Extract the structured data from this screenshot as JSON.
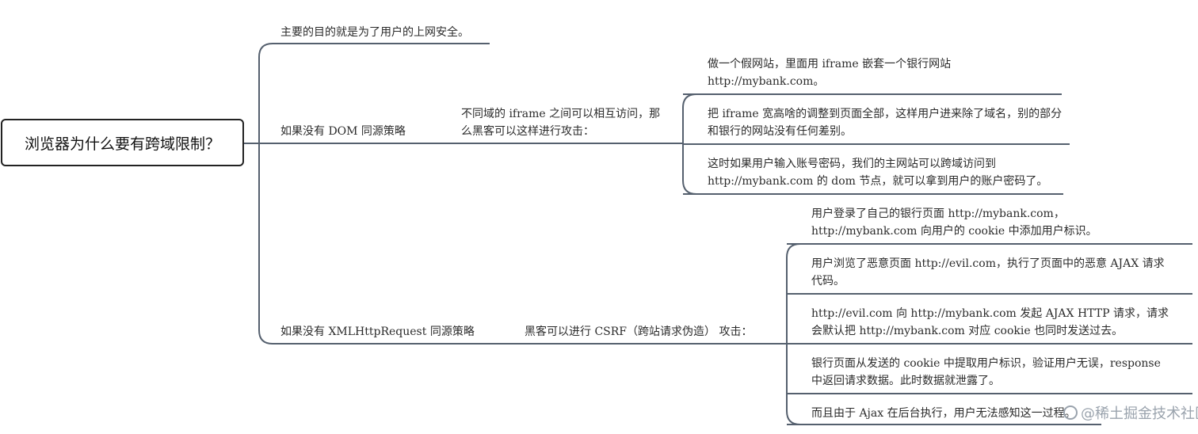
{
  "root": {
    "title": "浏览器为什么要有跨域限制？"
  },
  "branches": {
    "b1": {
      "label": "主要的目的就是为了用户的上网安全。"
    },
    "b2": {
      "label": "如果没有 DOM 同源策略",
      "sub": "不同域的 iframe 之间可以相互访问，那么黑客可以这样进行攻击：",
      "leaves": [
        "做一个假网站，里面用 iframe 嵌套一个银行网站 http://mybank.com。",
        "把 iframe 宽高啥的调整到页面全部，这样用户进来除了域名，别的部分和银行的网站没有任何差别。",
        "这时如果用户输入账号密码，我们的主网站可以跨域访问到 http://mybank.com 的 dom 节点，就可以拿到用户的账户密码了。"
      ]
    },
    "b3": {
      "label": "如果没有 XMLHttpRequest 同源策略",
      "sub": "黑客可以进行 CSRF（跨站请求伪造） 攻击：",
      "leaves": [
        "用户登录了自己的银行页面 http://mybank.com，http://mybank.com 向用户的 cookie 中添加用户标识。",
        "用户浏览了恶意页面 http://evil.com，执行了页面中的恶意 AJAX 请求代码。",
        "http://evil.com 向 http://mybank.com 发起 AJAX HTTP 请求，请求会默认把 http://mybank.com 对应 cookie 也同时发送过去。",
        "银行页面从发送的 cookie 中提取用户标识，验证用户无误，response 中返回请求数据。此时数据就泄露了。",
        "而且由于 Ajax 在后台执行，用户无法感知这一过程。"
      ]
    }
  },
  "watermark": {
    "text": "@稀土掘金技术社区"
  }
}
